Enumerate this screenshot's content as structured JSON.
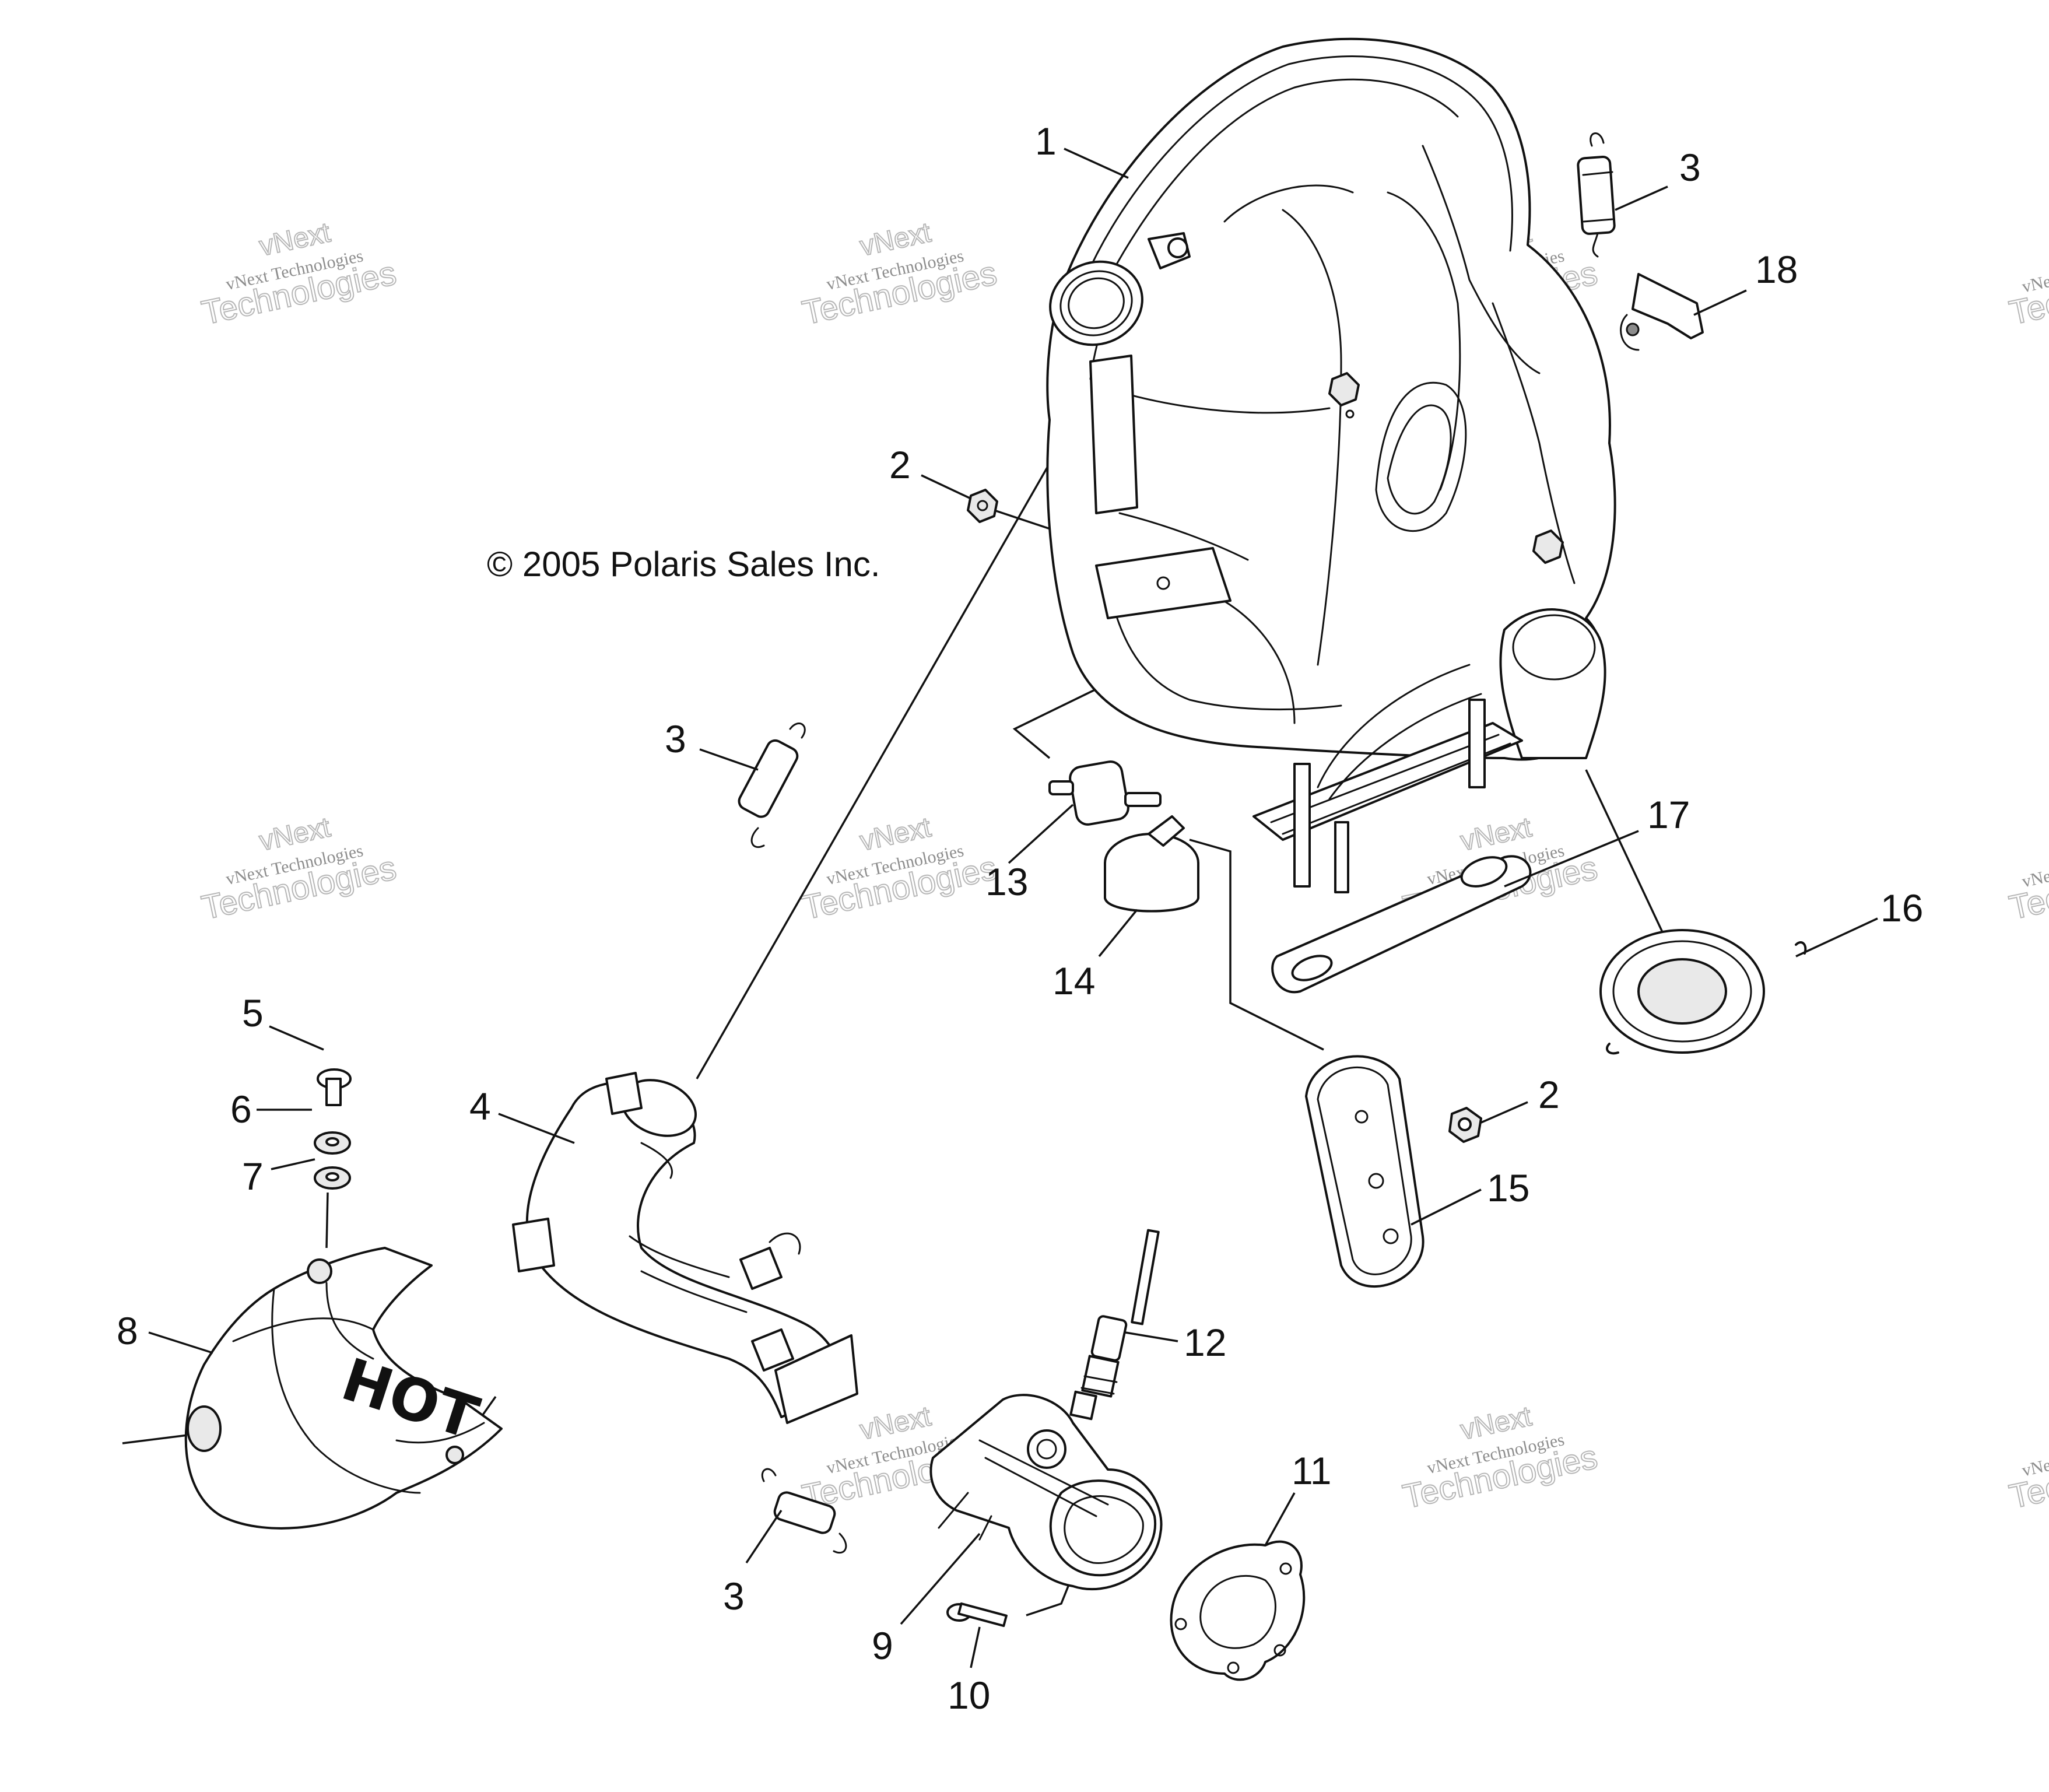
{
  "copyright": "© 2005 Polaris Sales Inc.",
  "hot_label": "HOT",
  "watermark": {
    "line1": "vNext",
    "line2": "vNext Technologies",
    "line3": "Technologies"
  },
  "callouts": [
    {
      "id": "1",
      "label": "1"
    },
    {
      "id": "2a",
      "label": "2"
    },
    {
      "id": "2b",
      "label": "2"
    },
    {
      "id": "3a",
      "label": "3"
    },
    {
      "id": "3b",
      "label": "3"
    },
    {
      "id": "3c",
      "label": "3"
    },
    {
      "id": "4",
      "label": "4"
    },
    {
      "id": "5",
      "label": "5"
    },
    {
      "id": "6",
      "label": "6"
    },
    {
      "id": "7",
      "label": "7"
    },
    {
      "id": "8",
      "label": "8"
    },
    {
      "id": "9",
      "label": "9"
    },
    {
      "id": "10",
      "label": "10"
    },
    {
      "id": "11",
      "label": "11"
    },
    {
      "id": "12",
      "label": "12"
    },
    {
      "id": "13",
      "label": "13"
    },
    {
      "id": "14",
      "label": "14"
    },
    {
      "id": "15",
      "label": "15"
    },
    {
      "id": "16",
      "label": "16"
    },
    {
      "id": "17",
      "label": "17"
    },
    {
      "id": "18",
      "label": "18"
    }
  ]
}
